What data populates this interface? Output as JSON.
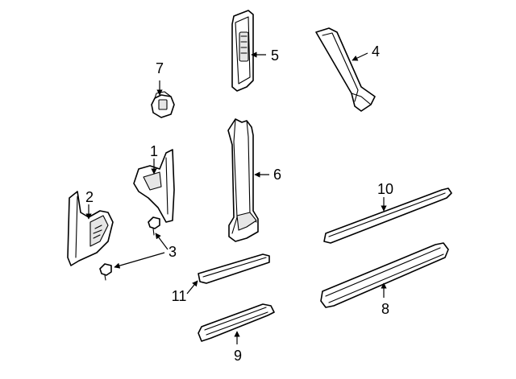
{
  "callouts": {
    "c1": "1",
    "c2": "2",
    "c3": "3",
    "c4": "4",
    "c5": "5",
    "c6": "6",
    "c7": "7",
    "c8": "8",
    "c9": "9",
    "c10": "10",
    "c11": "11"
  },
  "colors": {
    "line": "#000000",
    "fill": "#ffffff",
    "shade": "#e6e6e6"
  }
}
